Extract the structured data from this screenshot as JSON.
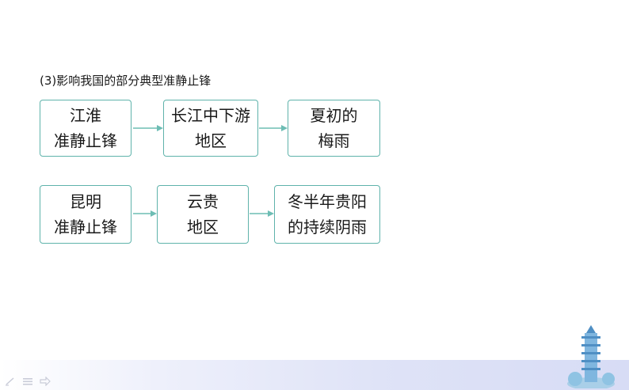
{
  "heading": "(3)影响我国的部分典型准静止锋",
  "row1": {
    "box1": [
      "江淮",
      "准静止锋"
    ],
    "box2": [
      "长江中下游",
      "地区"
    ],
    "box3": [
      "夏初的",
      "梅雨"
    ]
  },
  "row2": {
    "box1": [
      "昆明",
      "准静止锋"
    ],
    "box2": [
      "云贵",
      "地区"
    ],
    "box3": [
      "冬半年贵阳",
      "的持续阴雨"
    ]
  },
  "colors": {
    "border": "#5fb3ab",
    "arrow": "#6dbdb4"
  },
  "icons": [
    "pen-icon",
    "menu-icon",
    "pointer-icon",
    "pagoda-illustration"
  ]
}
